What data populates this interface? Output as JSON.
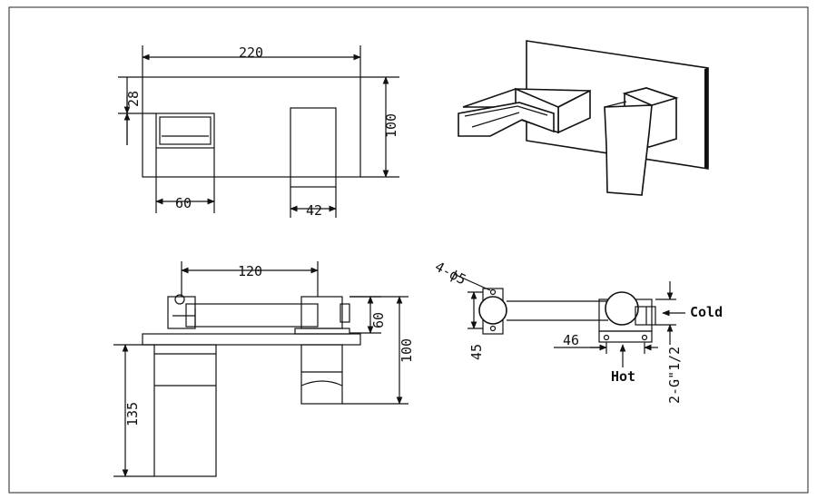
{
  "front_view": {
    "dim_width": "220",
    "dim_height": "100",
    "dim_spout_offset": "28",
    "dim_spout_width": "60",
    "dim_handle_width": "42"
  },
  "side_view": {
    "dim_length": "120",
    "dim_handle": "60",
    "dim_height": "100",
    "dim_depth": "135"
  },
  "top_view": {
    "dim_holes": "4-ϕ5",
    "dim_pitch": "45",
    "dim_spacing": "46",
    "cold_label": "Cold",
    "hot_label": "Hot",
    "thread_label": "2-G\"1/2"
  },
  "colors": {
    "line": "#111111",
    "background": "#ffffff"
  }
}
